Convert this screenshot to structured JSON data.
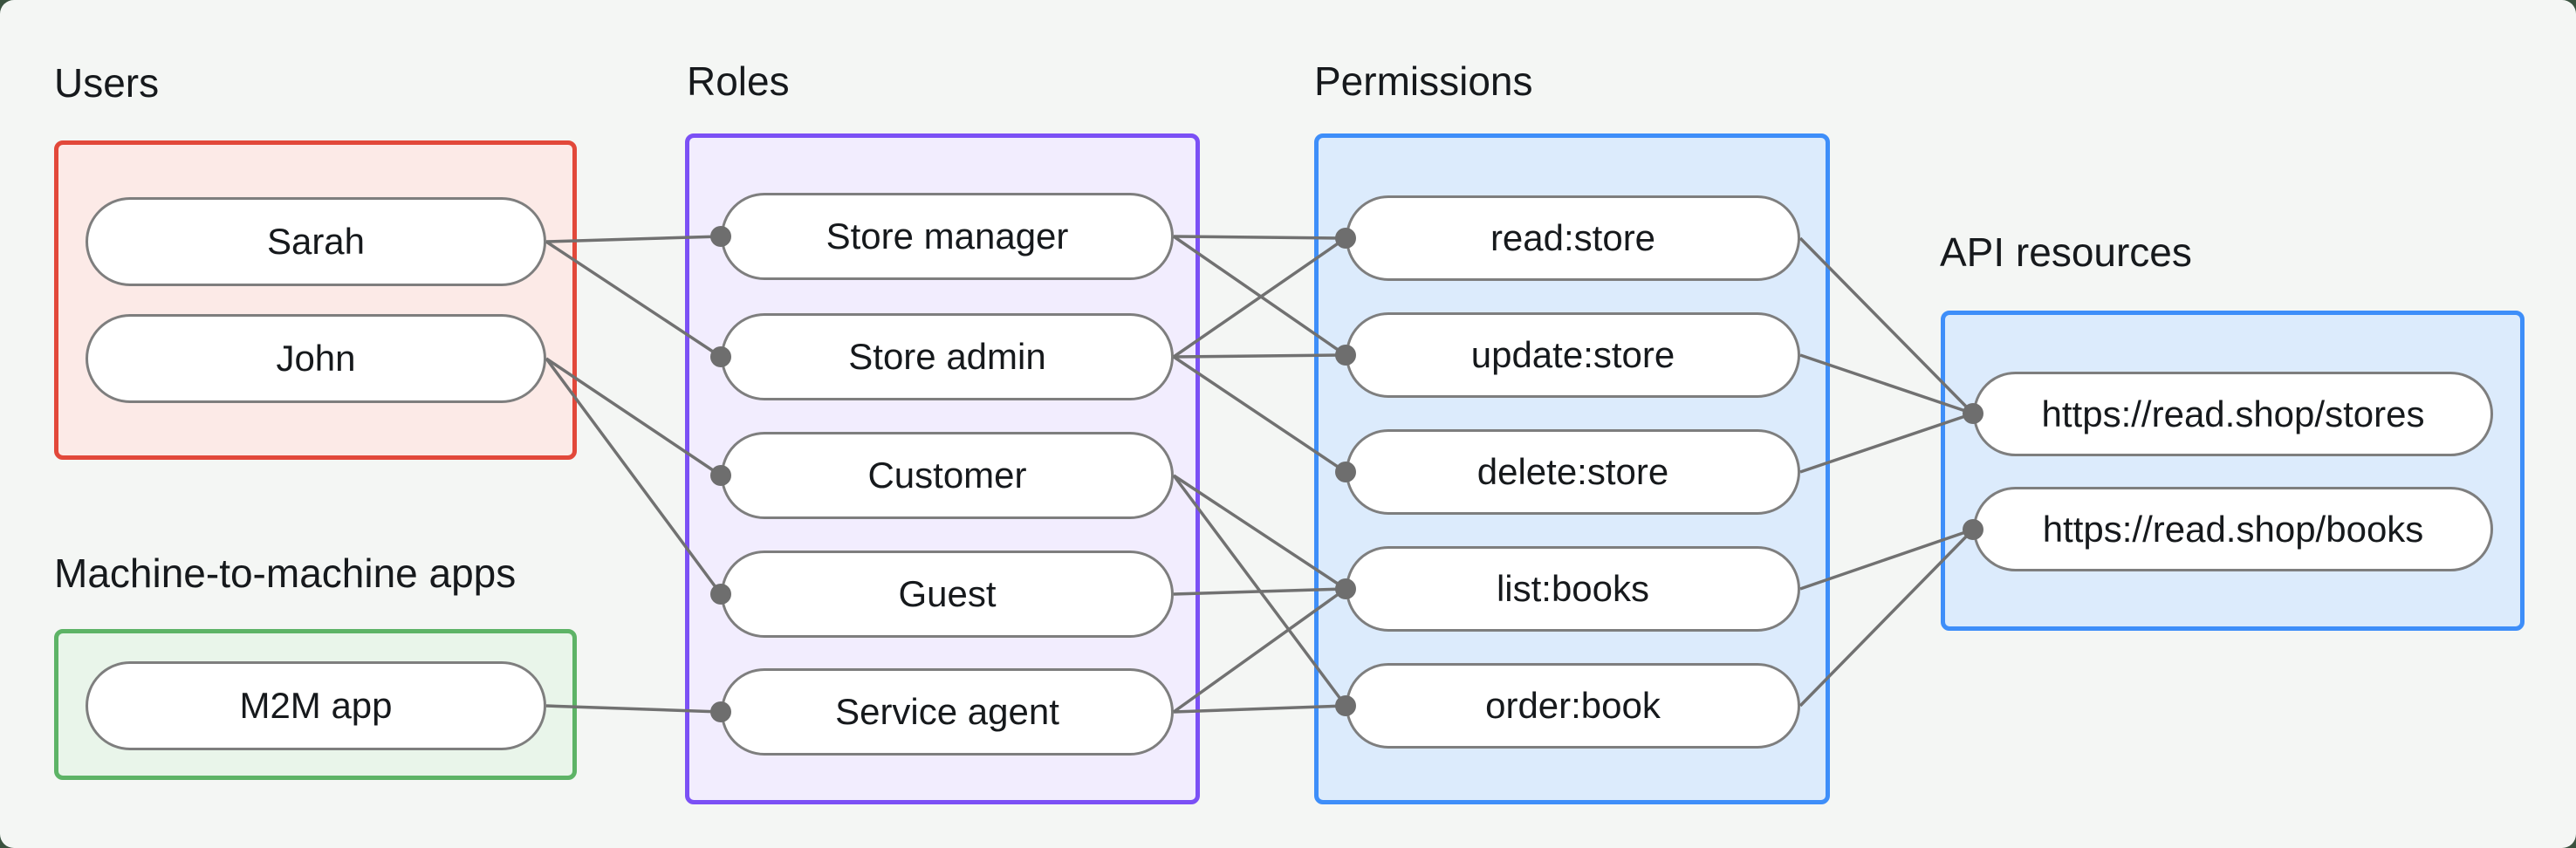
{
  "page": {
    "background_color": "#3a523f",
    "card_background_color": "#f4f6f4",
    "edge_color": "#717171",
    "node_border_color": "#7e7e7e",
    "node_fill_color": "#ffffff",
    "text_color": "#16191c"
  },
  "groups": {
    "users": {
      "label": "Users",
      "border_color": "#e2483a",
      "fill_color": "#fceae7",
      "items": [
        {
          "id": "sarah",
          "label": "Sarah"
        },
        {
          "id": "john",
          "label": "John"
        }
      ]
    },
    "machine_to_machine": {
      "label": "Machine-to-machine apps",
      "border_color": "#5db366",
      "fill_color": "#e9f5ea",
      "items": [
        {
          "id": "m2m-app",
          "label": "M2M app"
        }
      ]
    },
    "roles": {
      "label": "Roles",
      "border_color": "#7b50f5",
      "fill_color": "#f2edfe",
      "items": [
        {
          "id": "store-manager",
          "label": "Store manager"
        },
        {
          "id": "store-admin",
          "label": "Store admin"
        },
        {
          "id": "customer",
          "label": "Customer"
        },
        {
          "id": "guest",
          "label": "Guest"
        },
        {
          "id": "service-agent",
          "label": "Service agent"
        }
      ]
    },
    "permissions": {
      "label": "Permissions",
      "border_color": "#3e8ef9",
      "fill_color": "#dcebfc",
      "items": [
        {
          "id": "read-store",
          "label": "read:store"
        },
        {
          "id": "update-store",
          "label": "update:store"
        },
        {
          "id": "delete-store",
          "label": "delete:store"
        },
        {
          "id": "list-books",
          "label": "list:books"
        },
        {
          "id": "order-book",
          "label": "order:book"
        }
      ]
    },
    "api_resources": {
      "label": "API resources",
      "border_color": "#3e8ef9",
      "fill_color": "#dcebfc",
      "items": [
        {
          "id": "stores-api",
          "label": "https://read.shop/stores"
        },
        {
          "id": "books-api",
          "label": "https://read.shop/books"
        }
      ]
    }
  },
  "connections": [
    {
      "from": "sarah",
      "to": "store-manager"
    },
    {
      "from": "sarah",
      "to": "store-admin"
    },
    {
      "from": "john",
      "to": "customer"
    },
    {
      "from": "john",
      "to": "guest"
    },
    {
      "from": "m2m-app",
      "to": "service-agent"
    },
    {
      "from": "store-manager",
      "to": "read-store"
    },
    {
      "from": "store-manager",
      "to": "update-store"
    },
    {
      "from": "store-admin",
      "to": "read-store"
    },
    {
      "from": "store-admin",
      "to": "update-store"
    },
    {
      "from": "store-admin",
      "to": "delete-store"
    },
    {
      "from": "customer",
      "to": "list-books"
    },
    {
      "from": "customer",
      "to": "order-book"
    },
    {
      "from": "guest",
      "to": "list-books"
    },
    {
      "from": "service-agent",
      "to": "list-books"
    },
    {
      "from": "service-agent",
      "to": "order-book"
    },
    {
      "from": "read-store",
      "to": "stores-api"
    },
    {
      "from": "update-store",
      "to": "stores-api"
    },
    {
      "from": "delete-store",
      "to": "stores-api"
    },
    {
      "from": "list-books",
      "to": "books-api"
    },
    {
      "from": "order-book",
      "to": "books-api"
    }
  ]
}
